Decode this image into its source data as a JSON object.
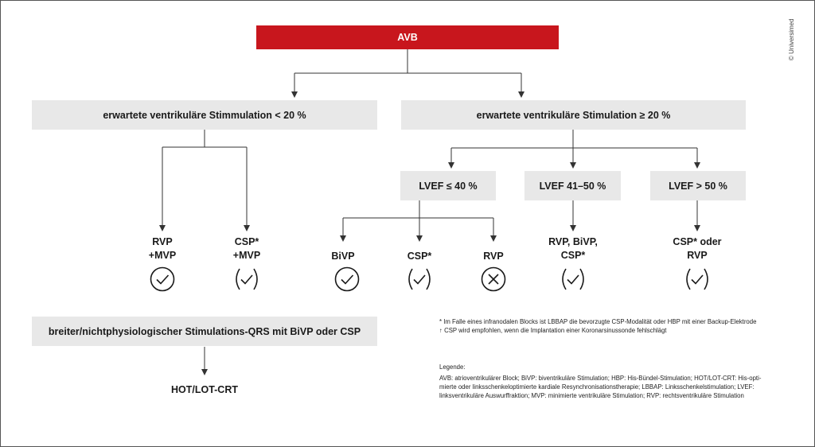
{
  "copyright": "© Universimed",
  "root": "AVB",
  "branch_left": "erwartete ventrikuläre Stimmulation < 20 %",
  "branch_right": "erwartete ventrikuläre Stimulation ≥ 20 %",
  "lvef": {
    "low": "LVEF ≤ 40 %",
    "mid": "LVEF 41–50 %",
    "high": "LVEF > 50 %"
  },
  "outcomes": {
    "rvp_mvp": [
      "RVP",
      "+MVP"
    ],
    "csp_mvp": [
      "CSP*",
      "+MVP"
    ],
    "bivp": "BiVP",
    "csp": "CSP*",
    "rvp": "RVP",
    "mid": [
      "RVP, BiVP,",
      "CSP*"
    ],
    "high": [
      "CSP* oder",
      "RVP"
    ]
  },
  "marks": {
    "rvp_mvp": "check",
    "csp_mvp": "check-parenthesized",
    "bivp": "check",
    "csp": "check-parenthesized",
    "rvp": "cross",
    "mid": "check-parenthesized",
    "high": "check-parenthesized"
  },
  "qrs_box": "breiter/nichtphysiologischer Stimulations-QRS mit BiVP oder CSP",
  "qrs_result": "HOT/LOT-CRT",
  "footnotes": [
    "* Im Falle eines infranodalen Blocks ist LBBAP die bevorzugte CSP-Modalität oder HBP mit einer Backup-Elektrode",
    "↑ CSP wird empfohlen, wenn die Implantation einer Koronarsinussonde fehlschlägt"
  ],
  "legend_title": "Legende:",
  "legend_lines": [
    "AVB: atrioventrikulärer Block; BiVP: biventrikuläre Stimulation; HBP: His-Bündel-Stimulation; HOT/LOT-CRT: His-opti-",
    "mierte oder linksschenkeloptimierte kardiale Resynchronisationstherapie; LBBAP: Linksschenkelstimulation; LVEF:",
    "linksventrikuläre Auswurffraktion; MVP: minimierte ventrikuläre Stimulation; RVP: rechtsventrikuläre Stimulation"
  ],
  "colors": {
    "accent": "#c8161d",
    "box": "#e8e8e8",
    "line": "#333333"
  }
}
